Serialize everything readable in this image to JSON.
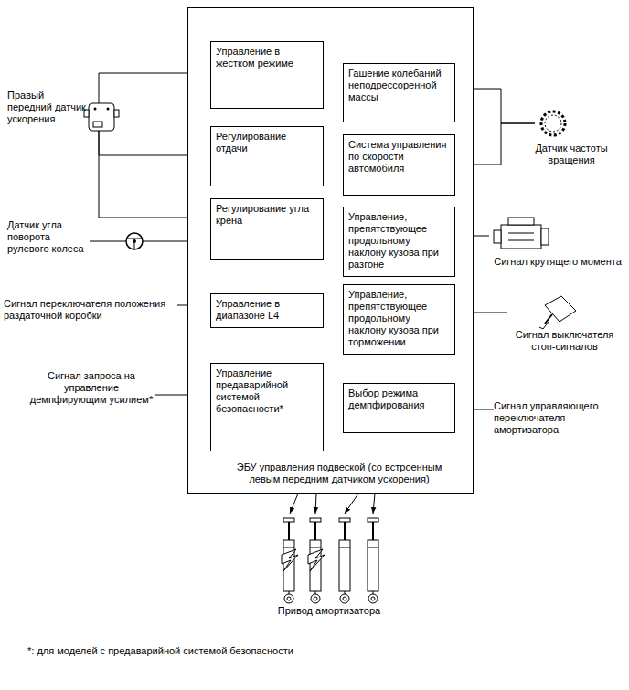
{
  "diagram": {
    "nodes": [
      {
        "text": [
          "ЭБУ управления подвеской (со встроенным левым передним датчиком ускорения)"
        ]
      },
      {
        "text": [
          "Управление в жестком режиме"
        ],
        "in": 0
      },
      {
        "text": [
          "Гашение колебаний неподрессоренной массы"
        ],
        "in": 0
      },
      {
        "text": [
          "Регулирование отдачи"
        ],
        "in": 0
      },
      {
        "text": [
          "Система управления по скорости автомобиля"
        ],
        "in": 0
      },
      {
        "text": [
          "Регулирование угла крена"
        ],
        "in": 0
      },
      {
        "text": [
          "Управление, препятствующее продольному наклону кузова при разгоне"
        ],
        "in": 0
      },
      {
        "text": [
          "Управление в диапазоне L4"
        ],
        "in": 0
      },
      {
        "text": [
          "Управление, препятствующее продольному наклону кузова при торможении"
        ],
        "in": 0
      },
      {
        "text": [
          "Управление предаварийной системой безопасности*"
        ],
        "in": 0
      },
      {
        "text": [
          "Выбор режима демпфирования"
        ],
        "in": 0
      },
      {
        "text": [
          "Правый передний датчик ускорения"
        ]
      },
      {
        "text": [
          "Датчик угла поворота рулевого колеса"
        ]
      },
      {
        "text": [
          "Сигнал переключателя положения раздаточной коробки"
        ]
      },
      {
        "text": [
          "Сигнал запроса на управление демпфирующим усилием*"
        ]
      },
      {
        "text": [
          "Датчик частоты вращения"
        ]
      },
      {
        "text": [
          "Сигнал крутящего момента"
        ]
      },
      {
        "text": [
          "Сигнал выключателя стоп-сигналов"
        ]
      },
      {
        "text": [
          "Сигнал управляющего переключателя амортизатора"
        ]
      },
      {
        "text": [
          "Привод амортизатора"
        ]
      }
    ],
    "edges": [
      {
        "from": 11,
        "to": 1,
        "arrow": "to"
      },
      {
        "from": 11,
        "to": 3,
        "arrow": "to"
      },
      {
        "from": 11,
        "to": 5,
        "arrow": "to"
      },
      {
        "from": 12,
        "to": 5,
        "arrow": "to"
      },
      {
        "from": 13,
        "to": 7,
        "arrow": "to"
      },
      {
        "from": 14,
        "to": 9,
        "arrow": "to"
      },
      {
        "from": 15,
        "to": 2,
        "arrow": "to"
      },
      {
        "from": 15,
        "to": 4,
        "arrow": "to"
      },
      {
        "from": 16,
        "to": 6,
        "arrow": "to"
      },
      {
        "from": 17,
        "to": 8,
        "arrow": "to"
      },
      {
        "from": 18,
        "to": 10,
        "arrow": "to"
      },
      {
        "from": 0,
        "to": 19,
        "arrow": "to"
      },
      {
        "from": 0,
        "to": 19,
        "arrow": "to"
      },
      {
        "from": 0,
        "to": 19,
        "arrow": "to"
      },
      {
        "from": 0,
        "to": 19,
        "arrow": "to"
      }
    ],
    "labels": [
      "*: для моделей с предаварийной системой безопасности"
    ]
  }
}
